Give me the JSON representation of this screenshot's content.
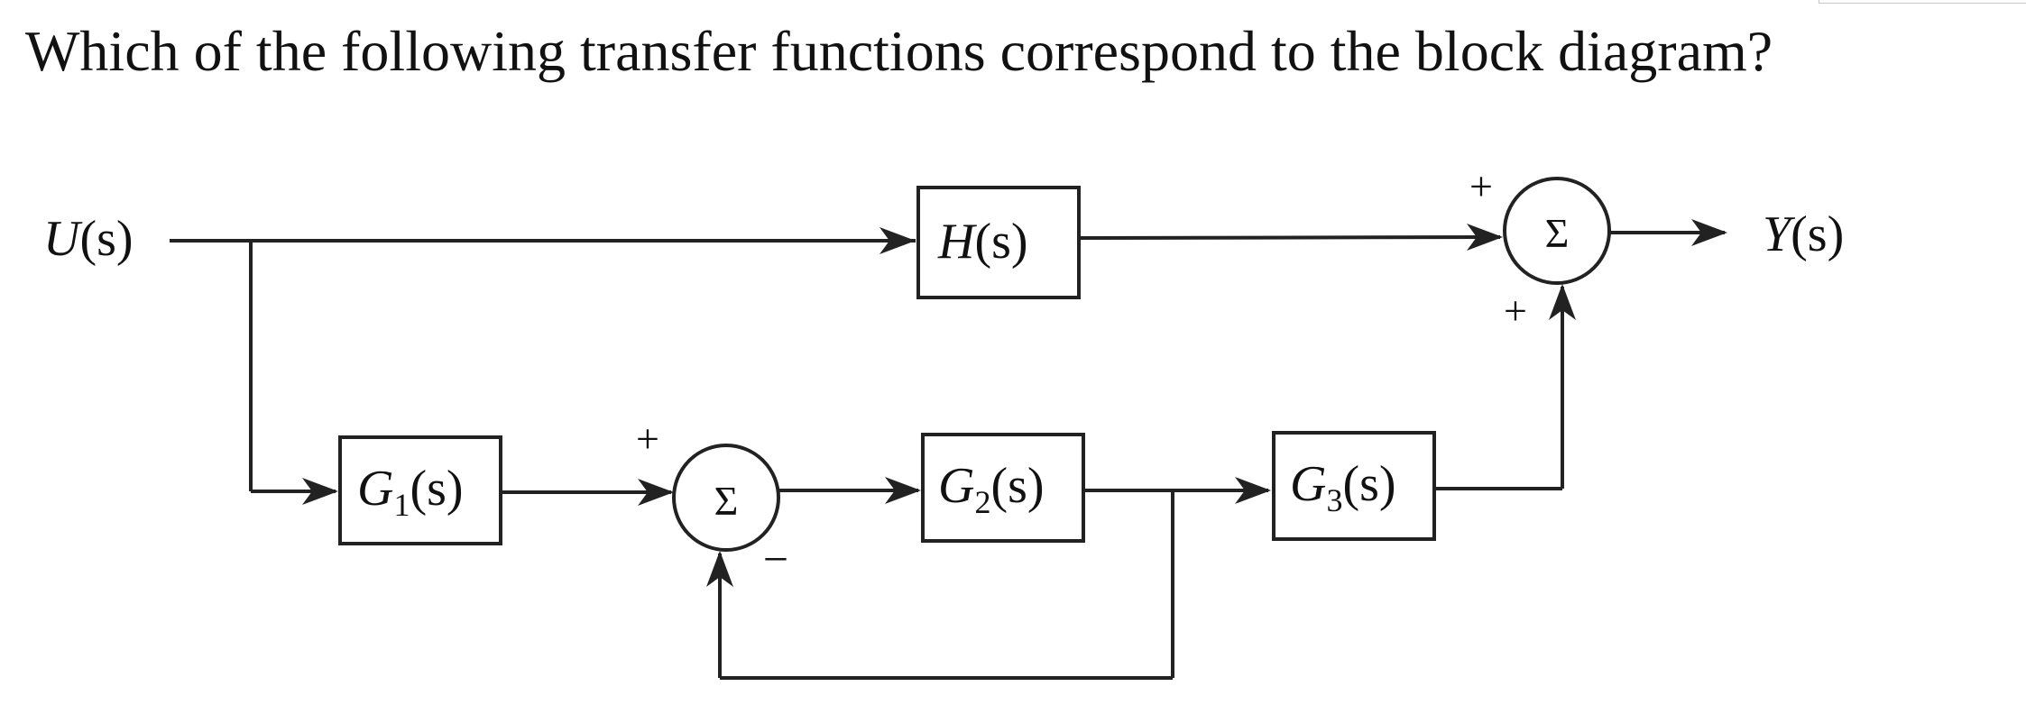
{
  "question": "Which of the following transfer functions correspond to the block diagram?",
  "diagram": {
    "input": {
      "name": "U",
      "arg": "(s)"
    },
    "output": {
      "name": "Y",
      "arg": "(s)"
    },
    "blocks": {
      "h": {
        "name": "H",
        "sub": "",
        "arg": "(s)"
      },
      "g1": {
        "name": "G",
        "sub": "1",
        "arg": "(s)"
      },
      "g2": {
        "name": "G",
        "sub": "2",
        "arg": "(s)"
      },
      "g3": {
        "name": "G",
        "sub": "3",
        "arg": "(s)"
      }
    },
    "summing": {
      "symbol": "Σ",
      "top_plus": "+",
      "top_right_plus": "+",
      "bottom_plus": "+",
      "bottom_minus": "−"
    }
  }
}
